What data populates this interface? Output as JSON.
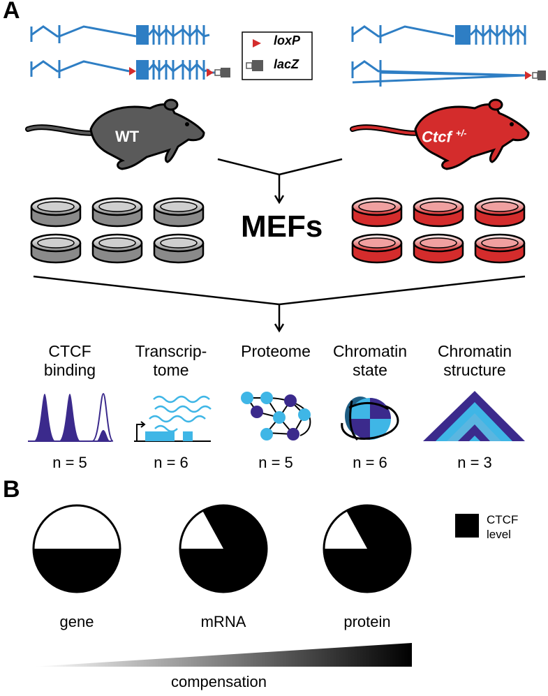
{
  "panel_a": {
    "letter": "A",
    "legend": {
      "loxp_label": "loxP",
      "lacz_label": "lacZ"
    },
    "mouse_wt": {
      "label": "WT",
      "color": "#5a5a5a"
    },
    "mouse_het": {
      "label": "Ctcf",
      "superscript": "+/-",
      "color": "#d42c2c"
    },
    "center_label": "MEFs",
    "assays": [
      {
        "line1": "CTCF",
        "line2": "binding",
        "n": "n = 5",
        "icon": "chip-seq-peaks-icon"
      },
      {
        "line1": "Transcrip-",
        "line2": "tome",
        "n": "n = 6",
        "icon": "transcriptome-icon"
      },
      {
        "line1": "Proteome",
        "line2": "",
        "n": "n = 5",
        "icon": "protein-network-icon"
      },
      {
        "line1": "Chromatin",
        "line2": "state",
        "n": "n = 6",
        "icon": "nucleosome-icon"
      },
      {
        "line1": "Chromatin",
        "line2": "structure",
        "n": "n = 3",
        "icon": "hic-triangle-icon"
      }
    ],
    "colors": {
      "gene_blue": "#2e7ec4",
      "dark_purple": "#3b2a8c",
      "light_blue": "#3fb6e6",
      "red": "#d42c2c",
      "gray": "#5a5a5a"
    }
  },
  "panel_b": {
    "letter": "B",
    "legend_line1": "CTCF",
    "legend_line2": "level",
    "pies": [
      {
        "label": "gene",
        "fraction": 0.5
      },
      {
        "label": "mRNA",
        "fraction": 0.83
      },
      {
        "label": "protein",
        "fraction": 0.83
      }
    ],
    "gradient_label": "compensation"
  }
}
